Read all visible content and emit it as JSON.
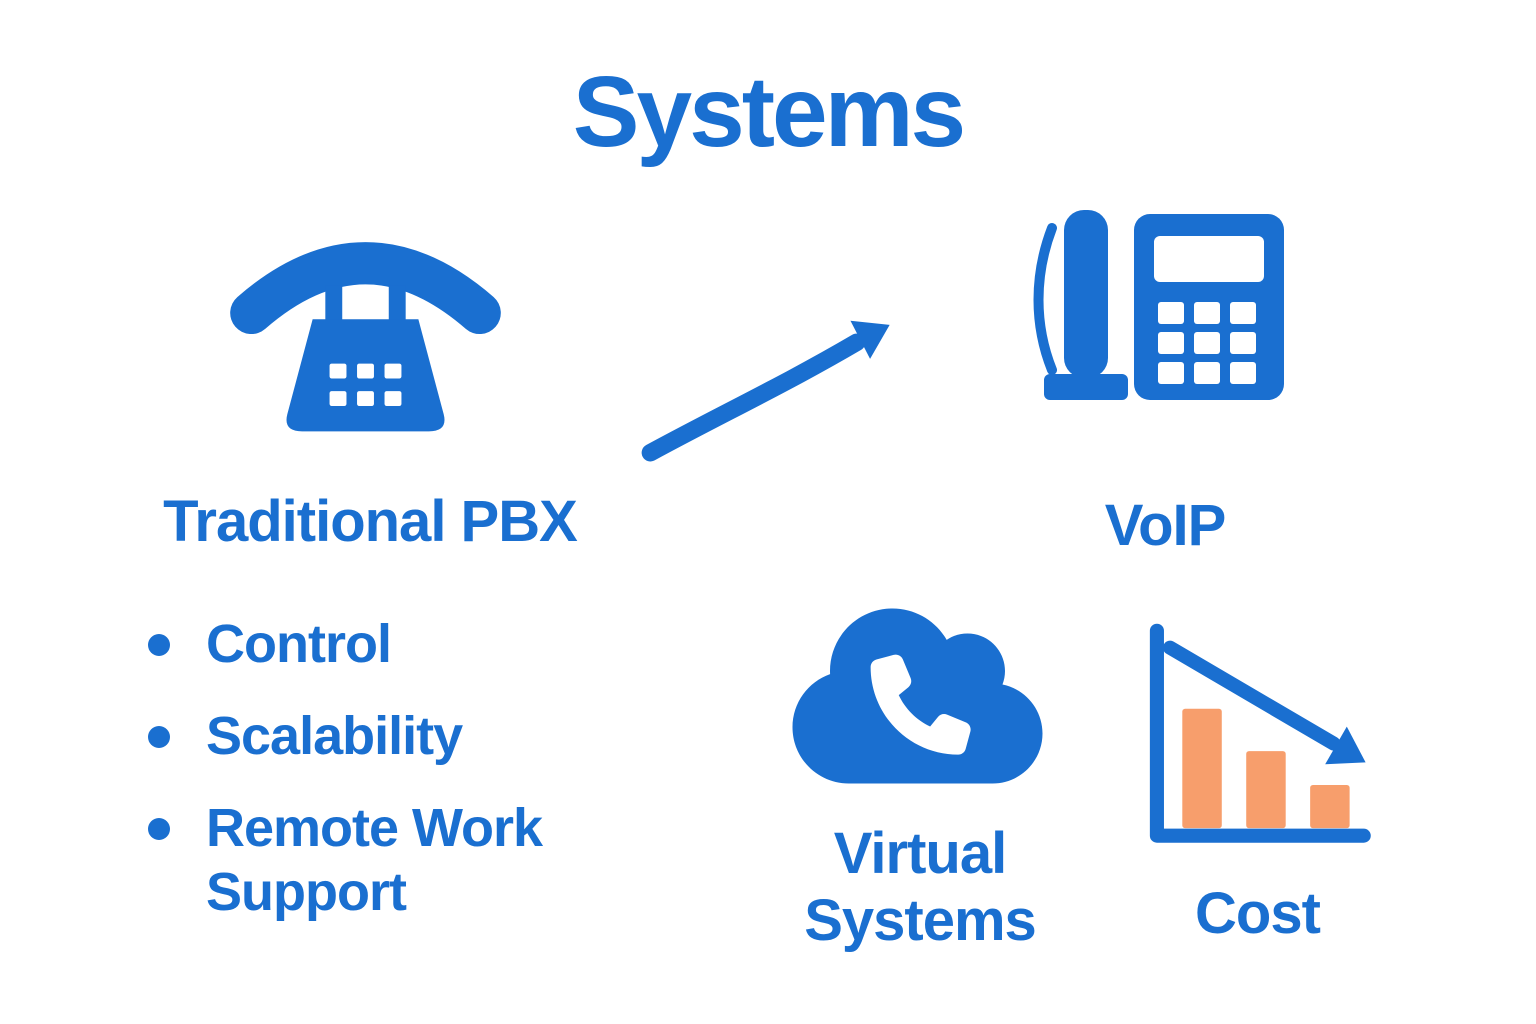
{
  "theme": {
    "blue": "#1A6FD0",
    "orange": "#F79E6C",
    "background": "#FFFFFF"
  },
  "title": "Systems",
  "pbx": {
    "label": "Traditional PBX",
    "icon": "rotary-phone-icon"
  },
  "voip": {
    "label": "VoIP",
    "icon": "desk-phone-icon"
  },
  "virtual": {
    "label": "Virtual Systems",
    "icon": "cloud-phone-icon"
  },
  "cost": {
    "label": "Cost",
    "icon": "declining-bar-chart-icon"
  },
  "arrow": {
    "icon": "curved-arrow-icon"
  },
  "bullets": {
    "items": [
      {
        "label": "Control"
      },
      {
        "label": "Scalability"
      },
      {
        "label": "Remote Work Support"
      }
    ]
  }
}
